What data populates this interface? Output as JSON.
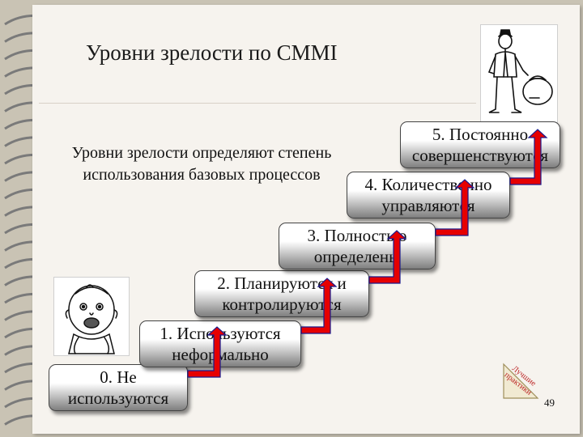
{
  "slide": {
    "title": "Уровни зрелости по CMMI",
    "intro": "Уровни зрелости определяют степень использования базовых процессов",
    "page_number": "49",
    "badge_text": "Лучшие практики"
  },
  "levels": [
    {
      "label": "0. Не используются"
    },
    {
      "label": "1. Используются неформально"
    },
    {
      "label": "2. Планируются и контролируются"
    },
    {
      "label": "3. Полностью определены"
    },
    {
      "label": "4. Количественно управляются"
    },
    {
      "label": "5. Постоянно совершенствуются"
    }
  ],
  "colors": {
    "arrow_fill": "#e60000",
    "arrow_stroke": "#1a1a8c",
    "box_bottom": "#7e7e7e"
  },
  "images": {
    "top_right": "businessman-with-money-bag-illustration",
    "bottom_left": "crying-baby-illustration"
  }
}
